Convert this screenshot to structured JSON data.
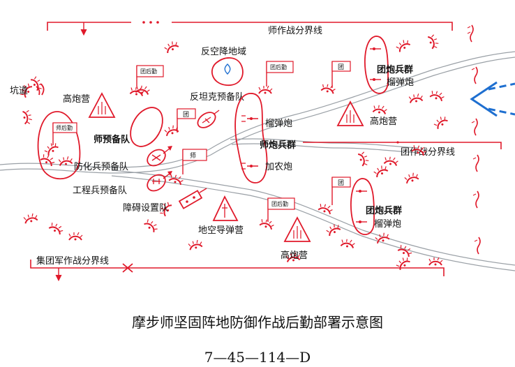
{
  "diagram": {
    "caption": "摩步师坚固阵地防御作战后勤部署示意图",
    "code": "7—45—114—D",
    "boundaries": {
      "division_line": "师作战分界线",
      "regiment_line": "团作战分界线",
      "army_line": "集团军作战分界线"
    },
    "labels": {
      "trench": "坑道",
      "aa_battalion_left": "高炮营",
      "division_reserve": "师预备队",
      "chem_reserve": "防化兵预备队",
      "engineer_reserve": "工程兵预备队",
      "obstacle_team": "障碍设置队",
      "anti_airborne": "反空降地域",
      "antitank_reserve": "反坦克预备队",
      "div_arty_howitzer": "榴弹炮",
      "div_arty_group": "师炮兵群",
      "div_arty_gun": "加农炮",
      "sam_battalion": "地空导弹营",
      "aa_battalion_bottom": "高炮营",
      "aa_battalion_right": "高炮营",
      "reg_arty_top": "团炮兵群",
      "reg_arty_top_howitzer": "榴弹炮",
      "reg_arty_bottom": "团炮兵群",
      "reg_arty_bottom_howitzer": "榴弹炮"
    },
    "flags": {
      "reg_logistics_left": "师后勤",
      "div_logistics": "团后勤",
      "reg_hq_mid": "团",
      "div_hq": "师",
      "reg_logistics_right": "团后勤",
      "reg_hq_top": "团",
      "reg_hq_bottom": "团"
    },
    "colors": {
      "symbol_red": "#e0192a",
      "road_gray": "#9aa0a6",
      "enemy_blue": "#1e6fd0",
      "text": "#111111"
    }
  }
}
